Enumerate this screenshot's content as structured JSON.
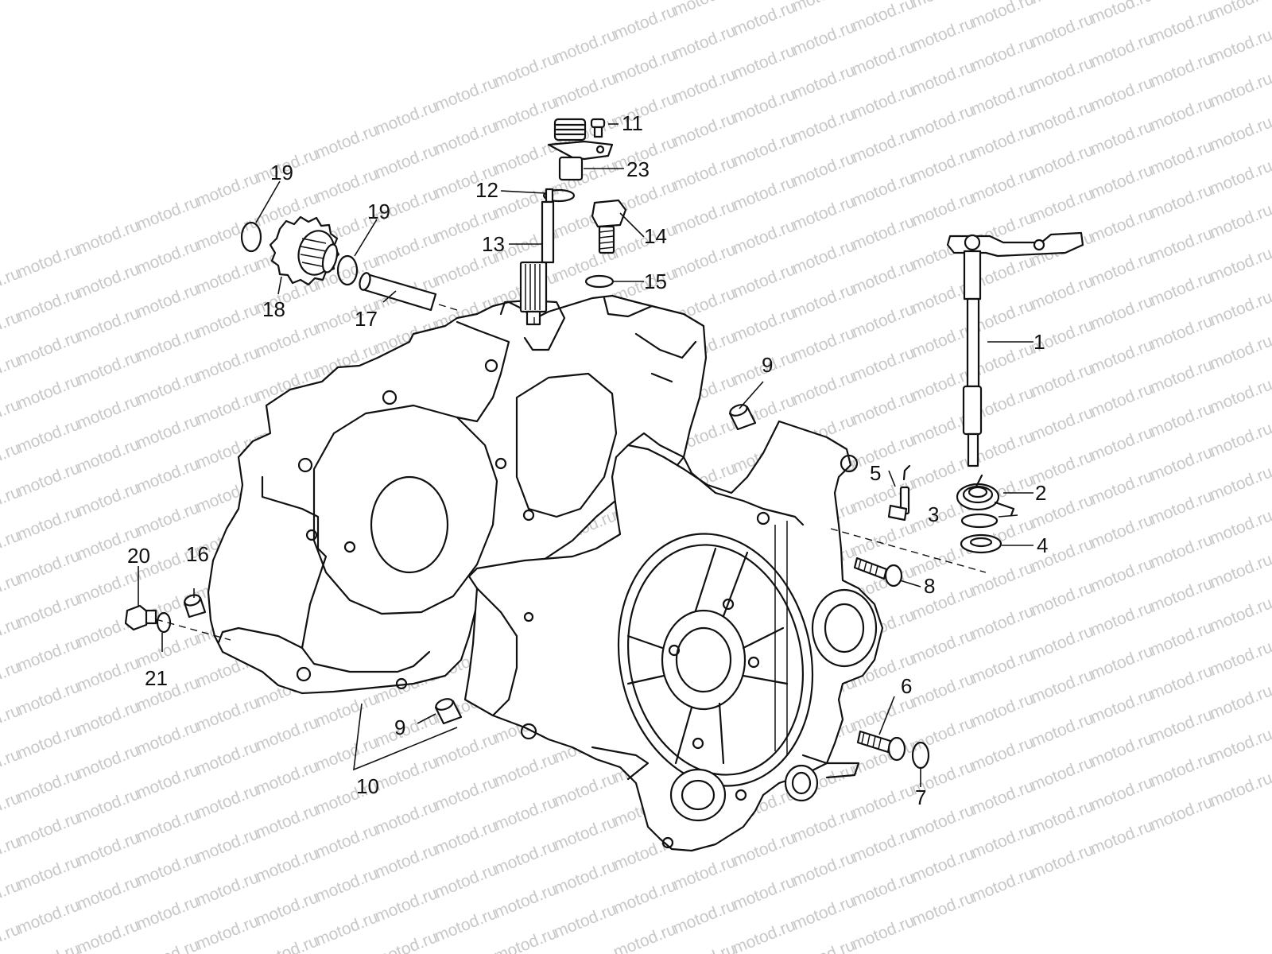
{
  "diagram": {
    "watermark_text": "motod.ru",
    "callout_color": "#111111",
    "watermark_color": "#c8c8c8",
    "callouts": [
      {
        "id": "c1",
        "label": "1"
      },
      {
        "id": "c2",
        "label": "2"
      },
      {
        "id": "c3",
        "label": "3"
      },
      {
        "id": "c4",
        "label": "4"
      },
      {
        "id": "c5",
        "label": "5"
      },
      {
        "id": "c6",
        "label": "6"
      },
      {
        "id": "c7",
        "label": "7"
      },
      {
        "id": "c8",
        "label": "8"
      },
      {
        "id": "c9a",
        "label": "9"
      },
      {
        "id": "c9b",
        "label": "9"
      },
      {
        "id": "c10",
        "label": "10"
      },
      {
        "id": "c11",
        "label": "11"
      },
      {
        "id": "c12",
        "label": "12"
      },
      {
        "id": "c13",
        "label": "13"
      },
      {
        "id": "c14",
        "label": "14"
      },
      {
        "id": "c15",
        "label": "15"
      },
      {
        "id": "c16",
        "label": "16"
      },
      {
        "id": "c17",
        "label": "17"
      },
      {
        "id": "c18",
        "label": "18"
      },
      {
        "id": "c19a",
        "label": "19"
      },
      {
        "id": "c19b",
        "label": "19"
      },
      {
        "id": "c20",
        "label": "20"
      },
      {
        "id": "c21",
        "label": "21"
      },
      {
        "id": "c23",
        "label": "23"
      }
    ]
  }
}
